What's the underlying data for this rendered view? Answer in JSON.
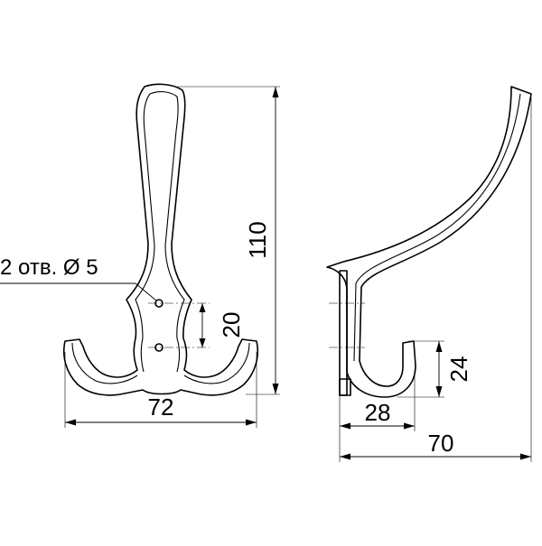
{
  "drawing": {
    "front_view": {
      "hole_note": "2 отв. Ø 5",
      "dim_height": "110",
      "dim_hole_spacing": "20",
      "dim_width": "72"
    },
    "side_view": {
      "dim_hook_height": "24",
      "dim_hook_width": "28",
      "dim_depth": "70"
    }
  }
}
